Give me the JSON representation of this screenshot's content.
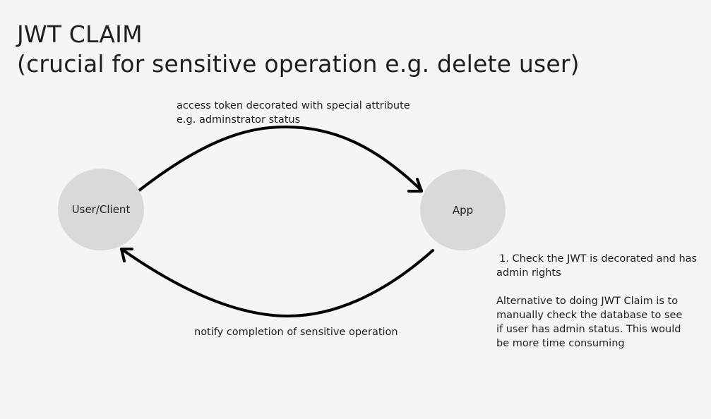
{
  "title": {
    "line1": "JWT CLAIM",
    "line2": "(crucial for sensitive operation e.g. delete user)"
  },
  "nodes": {
    "user": "User/Client",
    "app": "App"
  },
  "edges": {
    "request_label_line1": "access token decorated with special attribute",
    "request_label_line2": "e.g. adminstrator status",
    "response_label": "notify completion of sensitive operation"
  },
  "note": {
    "check_line1": "1. Check the JWT is decorated and has",
    "check_line2": "admin rights",
    "alt_line1": "Alternative to doing JWT Claim is to",
    "alt_line2": "manually check the database to see",
    "alt_line3": "if user has admin status. This would",
    "alt_line4": "be more time consuming"
  },
  "colors": {
    "background": "#f5f5f5",
    "node_fill": "#d9d9d9",
    "stroke": "#000000",
    "text": "#1e1e1e"
  }
}
